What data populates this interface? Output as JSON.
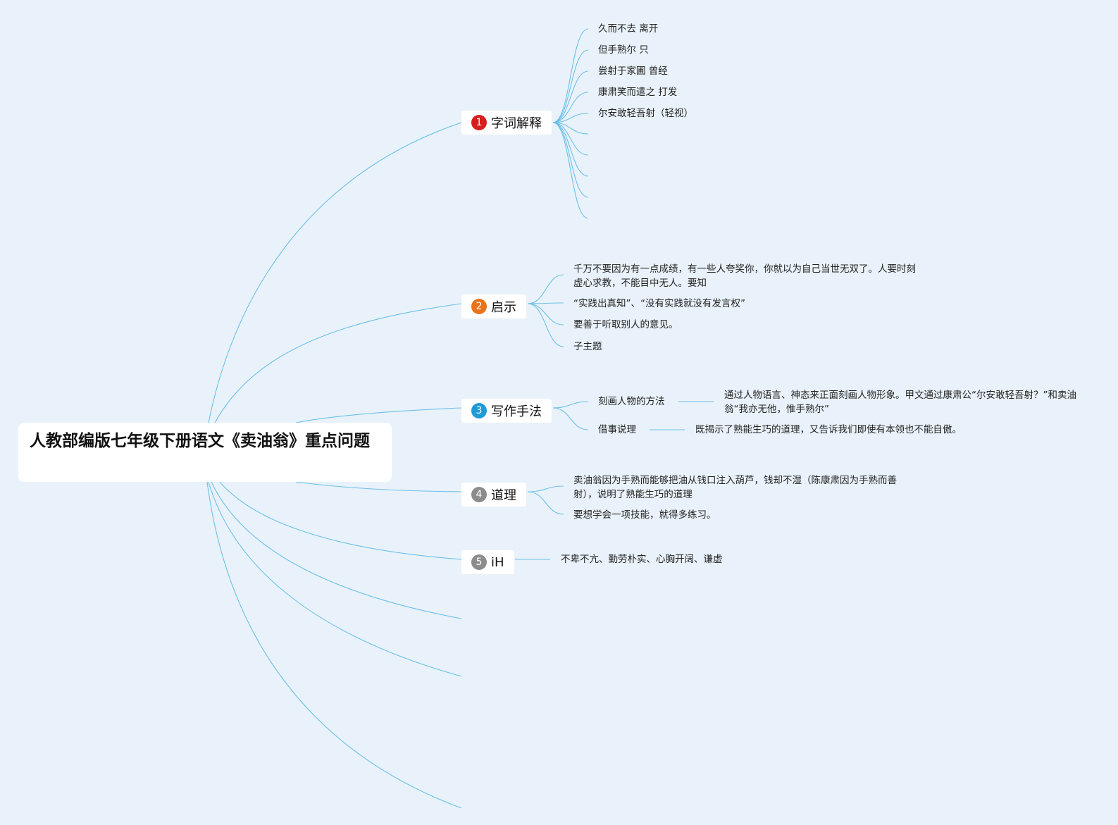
{
  "root": {
    "title": "人教部编版七年级下册语文《卖油翁》重点问题"
  },
  "branches": [
    {
      "marker": "1",
      "marker_color": "#d71e1e",
      "label": "字词解释",
      "children": [
        "久而不去 离开",
        "但手熟尔 只",
        "尝射于家圃 曾经",
        "康肃笑而遣之 打发",
        "尔安敢轻吾射（轻视）"
      ]
    },
    {
      "marker": "2",
      "marker_color": "#e8731a",
      "label": "启示",
      "children": [
        "千万不要因为有一点成绩，有一些人夸奖你，你就以为自己当世无双了。人要时刻虚心求教，不能目中无人。要知",
        "“实践出真知”、“没有实践就没有发言权”",
        "要善于听取别人的意见。",
        "子主题"
      ]
    },
    {
      "marker": "3",
      "marker_color": "#1e9ad6",
      "label": "写作手法",
      "children": [
        {
          "label": "刻画人物的方法",
          "detail": "通过人物语言、神态来正面刻画人物形象。甲文通过康肃公“尔安敢轻吾射？”和卖油翁“我亦无他，惟手熟尔”"
        },
        {
          "label": "借事说理",
          "detail": "既揭示了熟能生巧的道理，又告诉我们即使有本领也不能自傲。"
        }
      ]
    },
    {
      "marker": "4",
      "marker_color": "#8c8c8c",
      "label": "道理",
      "children": [
        "卖油翁因为手熟而能够把油从钱口注入葫芦，钱却不湿（陈康肃因为手熟而善射），说明了熟能生巧的道理",
        "要想学会一项技能，就得多练习。"
      ]
    },
    {
      "marker": "5",
      "marker_color": "#8c8c8c",
      "label": "iH",
      "children": [
        "不卑不亢、勤劳朴实、心胸开阔、谦虚"
      ]
    }
  ]
}
